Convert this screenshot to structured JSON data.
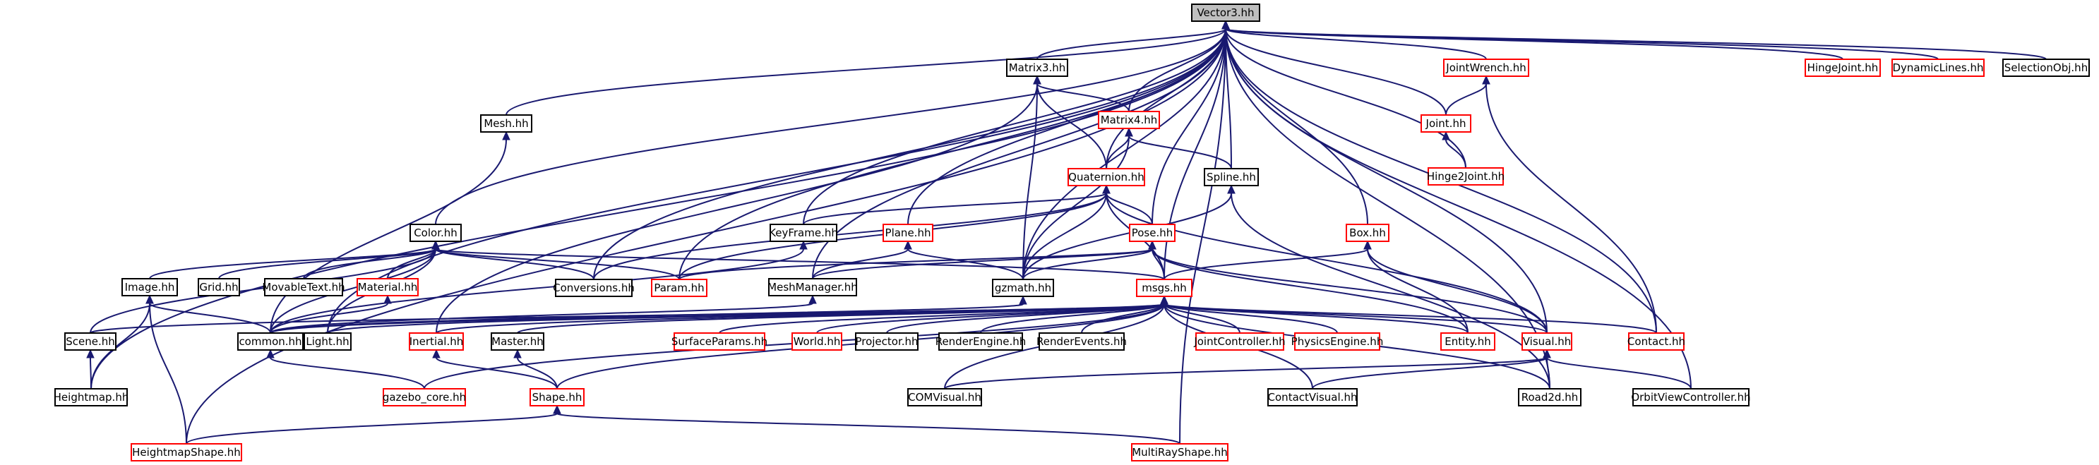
{
  "colors": {
    "edge": "#191970",
    "border_black": "#000000",
    "border_red": "#ff0000",
    "root_fill": "#bfbfbf",
    "node_fill": "#ffffff"
  },
  "nodes": {
    "vector3": {
      "label": "Vector3.hh",
      "style": "root"
    },
    "matrix3": {
      "label": "Matrix3.hh",
      "style": "black"
    },
    "matrix4": {
      "label": "Matrix4.hh",
      "style": "red"
    },
    "jointwrench": {
      "label": "JointWrench.hh",
      "style": "red"
    },
    "hingejoint": {
      "label": "HingeJoint.hh",
      "style": "red"
    },
    "dynamiclines": {
      "label": "DynamicLines.hh",
      "style": "red"
    },
    "selectionobj": {
      "label": "SelectionObj.hh",
      "style": "black"
    },
    "joint": {
      "label": "Joint.hh",
      "style": "red"
    },
    "hinge2joint": {
      "label": "Hinge2Joint.hh",
      "style": "red"
    },
    "mesh": {
      "label": "Mesh.hh",
      "style": "black"
    },
    "quaternion": {
      "label": "Quaternion.hh",
      "style": "red"
    },
    "spline": {
      "label": "Spline.hh",
      "style": "black"
    },
    "color": {
      "label": "Color.hh",
      "style": "black"
    },
    "keyframe": {
      "label": "KeyFrame.hh",
      "style": "black"
    },
    "plane": {
      "label": "Plane.hh",
      "style": "red"
    },
    "pose": {
      "label": "Pose.hh",
      "style": "red"
    },
    "box": {
      "label": "Box.hh",
      "style": "red"
    },
    "image": {
      "label": "Image.hh",
      "style": "black"
    },
    "grid": {
      "label": "Grid.hh",
      "style": "black"
    },
    "movabletext": {
      "label": "MovableText.hh",
      "style": "black"
    },
    "material": {
      "label": "Material.hh",
      "style": "red"
    },
    "conversions": {
      "label": "Conversions.hh",
      "style": "black"
    },
    "param": {
      "label": "Param.hh",
      "style": "red"
    },
    "meshmanager": {
      "label": "MeshManager.hh",
      "style": "black"
    },
    "gzmath": {
      "label": "gzmath.hh",
      "style": "black"
    },
    "msgs": {
      "label": "msgs.hh",
      "style": "red"
    },
    "scene": {
      "label": "Scene.hh",
      "style": "black"
    },
    "common": {
      "label": "common.hh",
      "style": "black"
    },
    "light": {
      "label": "Light.hh",
      "style": "black"
    },
    "inertial": {
      "label": "Inertial.hh",
      "style": "red"
    },
    "master": {
      "label": "Master.hh",
      "style": "black"
    },
    "surfaceparams": {
      "label": "SurfaceParams.hh",
      "style": "red"
    },
    "world": {
      "label": "World.hh",
      "style": "red"
    },
    "projector": {
      "label": "Projector.hh",
      "style": "black"
    },
    "renderengine": {
      "label": "RenderEngine.hh",
      "style": "black"
    },
    "renderevents": {
      "label": "RenderEvents.hh",
      "style": "black"
    },
    "jointcontroller": {
      "label": "JointController.hh",
      "style": "red"
    },
    "physicsengine": {
      "label": "PhysicsEngine.hh",
      "style": "red"
    },
    "entity": {
      "label": "Entity.hh",
      "style": "red"
    },
    "visual": {
      "label": "Visual.hh",
      "style": "red"
    },
    "contact": {
      "label": "Contact.hh",
      "style": "red"
    },
    "heightmap": {
      "label": "Heightmap.hh",
      "style": "black"
    },
    "gazebo_core": {
      "label": "gazebo_core.hh",
      "style": "red"
    },
    "shape": {
      "label": "Shape.hh",
      "style": "red"
    },
    "comvisual": {
      "label": "COMVisual.hh",
      "style": "black"
    },
    "contactvisual": {
      "label": "ContactVisual.hh",
      "style": "black"
    },
    "road2d": {
      "label": "Road2d.hh",
      "style": "black"
    },
    "orbitviewcontroller": {
      "label": "OrbitViewController.hh",
      "style": "black"
    },
    "heightmapshape": {
      "label": "HeightmapShape.hh",
      "style": "red"
    },
    "multirayshape": {
      "label": "MultiRayShape.hh",
      "style": "red"
    }
  },
  "edges": [
    [
      "matrix3",
      "vector3"
    ],
    [
      "matrix4",
      "vector3"
    ],
    [
      "jointwrench",
      "vector3"
    ],
    [
      "hingejoint",
      "vector3"
    ],
    [
      "dynamiclines",
      "vector3"
    ],
    [
      "selectionobj",
      "vector3"
    ],
    [
      "joint",
      "vector3"
    ],
    [
      "hinge2joint",
      "vector3"
    ],
    [
      "mesh",
      "vector3"
    ],
    [
      "quaternion",
      "vector3"
    ],
    [
      "spline",
      "vector3"
    ],
    [
      "color",
      "vector3"
    ],
    [
      "keyframe",
      "vector3"
    ],
    [
      "plane",
      "vector3"
    ],
    [
      "pose",
      "vector3"
    ],
    [
      "box",
      "vector3"
    ],
    [
      "conversions",
      "vector3"
    ],
    [
      "param",
      "vector3"
    ],
    [
      "meshmanager",
      "vector3"
    ],
    [
      "gzmath",
      "vector3"
    ],
    [
      "msgs",
      "vector3"
    ],
    [
      "visual",
      "vector3"
    ],
    [
      "contact",
      "vector3"
    ],
    [
      "road2d",
      "vector3"
    ],
    [
      "orbitviewcontroller",
      "vector3"
    ],
    [
      "heightmap",
      "vector3"
    ],
    [
      "heightmapshape",
      "vector3"
    ],
    [
      "multirayshape",
      "vector3"
    ],
    [
      "light",
      "vector3"
    ],
    [
      "matrix4",
      "matrix3"
    ],
    [
      "quaternion",
      "matrix3"
    ],
    [
      "gzmath",
      "matrix3"
    ],
    [
      "inertial",
      "matrix3"
    ],
    [
      "quaternion",
      "matrix4"
    ],
    [
      "gzmath",
      "matrix4"
    ],
    [
      "spline",
      "matrix4"
    ],
    [
      "joint",
      "jointwrench"
    ],
    [
      "contact",
      "jointwrench"
    ],
    [
      "hinge2joint",
      "joint"
    ],
    [
      "common",
      "mesh"
    ],
    [
      "keyframe",
      "quaternion"
    ],
    [
      "pose",
      "quaternion"
    ],
    [
      "gzmath",
      "quaternion"
    ],
    [
      "conversions",
      "quaternion"
    ],
    [
      "param",
      "quaternion"
    ],
    [
      "msgs",
      "quaternion"
    ],
    [
      "visual",
      "quaternion"
    ],
    [
      "gzmath",
      "spline"
    ],
    [
      "road2d",
      "spline"
    ],
    [
      "image",
      "color"
    ],
    [
      "grid",
      "color"
    ],
    [
      "movabletext",
      "color"
    ],
    [
      "material",
      "color"
    ],
    [
      "conversions",
      "color"
    ],
    [
      "param",
      "color"
    ],
    [
      "scene",
      "color"
    ],
    [
      "common",
      "color"
    ],
    [
      "light",
      "color"
    ],
    [
      "msgs",
      "color"
    ],
    [
      "common",
      "keyframe"
    ],
    [
      "meshmanager",
      "plane"
    ],
    [
      "gzmath",
      "plane"
    ],
    [
      "gzmath",
      "pose"
    ],
    [
      "msgs",
      "pose"
    ],
    [
      "param",
      "pose"
    ],
    [
      "entity",
      "pose"
    ],
    [
      "visual",
      "pose"
    ],
    [
      "meshmanager",
      "pose"
    ],
    [
      "msgs",
      "box"
    ],
    [
      "entity",
      "box"
    ],
    [
      "visual",
      "box"
    ],
    [
      "common",
      "image"
    ],
    [
      "heightmap",
      "image"
    ],
    [
      "heightmapshape",
      "image"
    ],
    [
      "common",
      "material"
    ],
    [
      "common",
      "meshmanager"
    ],
    [
      "common",
      "gzmath"
    ],
    [
      "common",
      "msgs"
    ],
    [
      "scene",
      "msgs"
    ],
    [
      "light",
      "msgs"
    ],
    [
      "inertial",
      "msgs"
    ],
    [
      "master",
      "msgs"
    ],
    [
      "surfaceparams",
      "msgs"
    ],
    [
      "world",
      "msgs"
    ],
    [
      "projector",
      "msgs"
    ],
    [
      "renderengine",
      "msgs"
    ],
    [
      "renderevents",
      "msgs"
    ],
    [
      "jointcontroller",
      "msgs"
    ],
    [
      "physicsengine",
      "msgs"
    ],
    [
      "entity",
      "msgs"
    ],
    [
      "visual",
      "msgs"
    ],
    [
      "contact",
      "msgs"
    ],
    [
      "gazebo_core",
      "msgs"
    ],
    [
      "shape",
      "msgs"
    ],
    [
      "comvisual",
      "msgs"
    ],
    [
      "contactvisual",
      "msgs"
    ],
    [
      "road2d",
      "msgs"
    ],
    [
      "heightmap",
      "scene"
    ],
    [
      "gazebo_core",
      "common"
    ],
    [
      "shape",
      "inertial"
    ],
    [
      "shape",
      "master"
    ],
    [
      "comvisual",
      "visual"
    ],
    [
      "contactvisual",
      "visual"
    ],
    [
      "road2d",
      "visual"
    ],
    [
      "orbitviewcontroller",
      "visual"
    ],
    [
      "heightmapshape",
      "shape"
    ],
    [
      "multirayshape",
      "shape"
    ]
  ]
}
